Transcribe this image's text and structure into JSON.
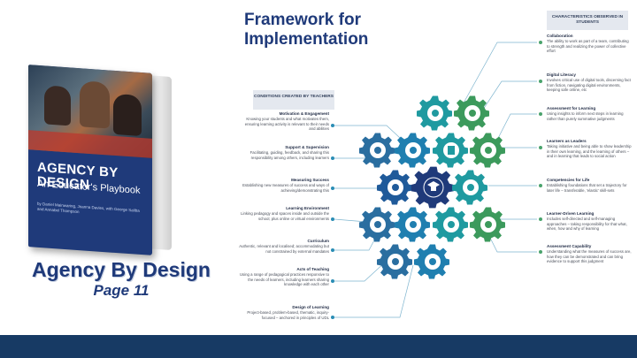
{
  "book": {
    "cover_title": "AGENCY BY DESIGN",
    "cover_subtitle": "An Educator's Playbook",
    "cover_authors": "by Daniel Mainwaring, Joanna Davies, with George Saliba and Annabel Thompson"
  },
  "slide": {
    "title": "Agency By Design",
    "page": "Page 11"
  },
  "framework": {
    "title": "Framework for Implementation",
    "left_header": "CONDITIONS CREATED BY TEACHERS",
    "right_header": "CHARACTERISTICS OBSERVED IN STUDENTS",
    "conditions": [
      {
        "heading": "Motivation & Engagement",
        "desc": "Knowing your students and what motivates them, ensuring learning activity is relevant to their needs and abilities"
      },
      {
        "heading": "Support & Supervision",
        "desc": "Facilitating, guiding, feedback, and sharing this responsibility among others, including learners"
      },
      {
        "heading": "Measuring Success",
        "desc": "Establishing new measures of success and ways of achieving/demonstrating this"
      },
      {
        "heading": "Learning Environment",
        "desc": "Linking pedagogy and spaces inside and outside the school, plus online or virtual environments"
      },
      {
        "heading": "Curriculum",
        "desc": "Authentic, relevant and localised; accommodating but not constrained by external mandates"
      },
      {
        "heading": "Acts of Teaching",
        "desc": "Using a range of pedagogical practices responsive to the needs of learners, including learners sharing knowledge with each other"
      },
      {
        "heading": "Design of Learning",
        "desc": "Project-based, problem-based, thematic, inquiry-focused – anchored in principles of UDL"
      }
    ],
    "characteristics": [
      {
        "heading": "Collaboration",
        "desc": "The ability to work as part of a team, contributing to strength and realizing the power of collective effort"
      },
      {
        "heading": "Digital Literacy",
        "desc": "Involves critical use of digital tools, discerning fact from fiction, navigating digital environments, keeping safe online, etc"
      },
      {
        "heading": "Assessment for Learning",
        "desc": "Using insights to inform next steps in learning rather than purely summative judgments"
      },
      {
        "heading": "Learners as Leaders",
        "desc": "Taking initiative and being able to show leadership in their own learning, and the learning of others – and in learning that leads to social action"
      },
      {
        "heading": "Competencies for Life",
        "desc": "Establishing foundations that set a trajectory for later life – transferable, 'elastic' skill-sets"
      },
      {
        "heading": "Learner-Driven Learning",
        "desc": "Includes self-directed and self-managing approaches – taking responsibility for that what, when, how and why of learning"
      },
      {
        "heading": "Assessment Capability",
        "desc": "Understanding what the measures of success are, how they can be demonstrated and can bring evidence to support this judgment"
      }
    ],
    "colors": {
      "blue": "#2a6ea0",
      "teal": "#1f9aa0",
      "green": "#3c9a5c",
      "navy": "#1f3a7a",
      "line": "#7fb5cf"
    }
  }
}
